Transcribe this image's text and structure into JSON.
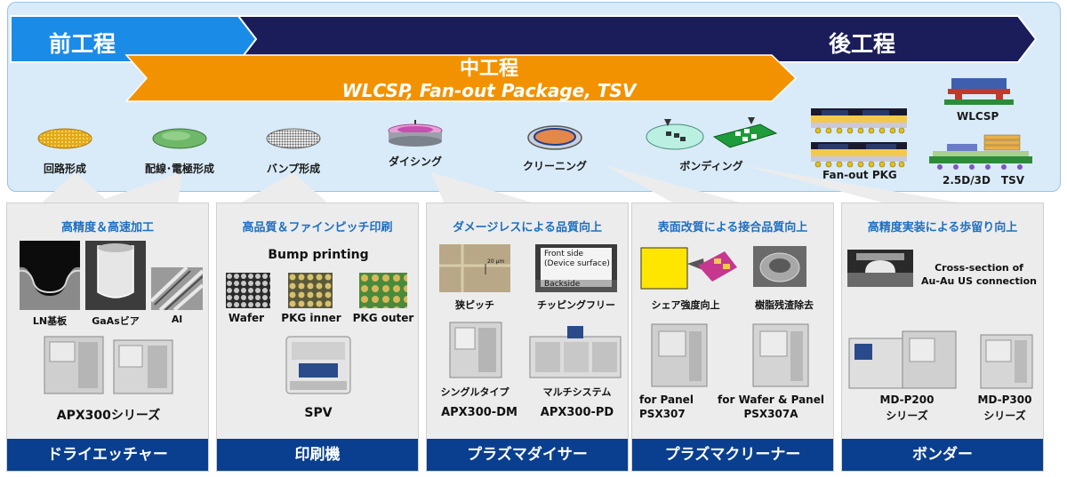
{
  "flow": {
    "pre": "前工程",
    "post": "後工程",
    "mid": "中工程",
    "mid_sub": "WLCSP, Fan-out Package, TSV"
  },
  "processes": [
    {
      "label": "回路形成",
      "icon": "wafer-gold-icon"
    },
    {
      "label": "配線･電極形成",
      "icon": "wafer-green-icon"
    },
    {
      "label": "バンプ形成",
      "icon": "wafer-mesh-icon"
    },
    {
      "label": "ダイシング",
      "icon": "dicing-stage-icon"
    },
    {
      "label": "クリーニング",
      "icon": "wafer-ring-icon"
    },
    {
      "label": "ボンディング",
      "icon": "bonding-chip-icon"
    }
  ],
  "packages": {
    "wlcsp": "WLCSP",
    "fanout": "Fan-out PKG",
    "tsv": "2.5D/3D　TSV"
  },
  "panels": [
    {
      "title": "高精度＆高速加工",
      "footer": "ドライエッチャー",
      "samples": [
        "LN基板",
        "GaAsビア",
        "Al"
      ],
      "machine": "APX300シリーズ"
    },
    {
      "title": "高品質＆ファインピッチ印刷",
      "footer": "印刷機",
      "heading": "Bump printing",
      "samples": [
        "Wafer",
        "PKG inner",
        "PKG outer"
      ],
      "machine": "SPV"
    },
    {
      "title": "ダメージレスによる品質向上",
      "footer": "プラズマダイサー",
      "samples": [
        "狭ピッチ",
        "チッピングフリー"
      ],
      "image_text": {
        "front1": "Front side",
        "front2": "(Device surface)",
        "back": "Backside",
        "scale": "20 μm"
      },
      "machine_types": [
        "シングルタイプ",
        "マルチシステム"
      ],
      "machines": [
        "APX300-DM",
        "APX300-PD"
      ]
    },
    {
      "title": "表面改質による接合品質向上",
      "footer": "プラズマクリーナー",
      "samples": [
        "シェア強度向上",
        "樹脂残渣除去"
      ],
      "machine_lines1": [
        "for Panel",
        "for Wafer & Panel"
      ],
      "machine_lines2": [
        "PSX307",
        "PSX307A"
      ]
    },
    {
      "title": "高精度実装による歩留り向上",
      "footer": "ボンダー",
      "caption1": "Cross-section of",
      "caption2": "Au-Au US connection",
      "machine_lines1": [
        "MD-P200",
        "MD-P300"
      ],
      "machine_lines2": [
        "シリーズ",
        "シリーズ"
      ]
    }
  ],
  "colors": {
    "pre_arrow": "#1b8be8",
    "post_arrow": "#1b1d5a",
    "mid_arrow": "#f39200",
    "band_bg": "#d9ebf8",
    "panel_title": "#1e6fc0",
    "panel_footer": "#0a3f8f"
  }
}
